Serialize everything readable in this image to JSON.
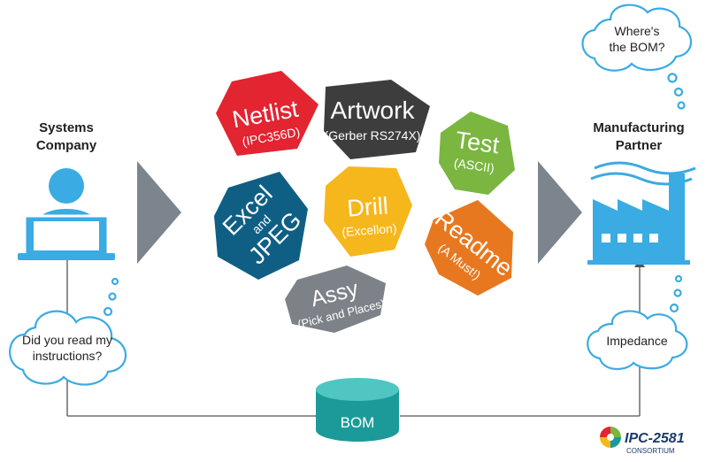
{
  "left_party": {
    "line1": "Systems",
    "line2": "Company"
  },
  "right_party": {
    "line1": "Manufacturing",
    "line2": "Partner"
  },
  "bubbles": {
    "instructions": {
      "line1": "Did you read my",
      "line2": "instructions?"
    },
    "impedance": {
      "text": "Impedance"
    },
    "bom_question": {
      "line1": "Where's",
      "line2": "the BOM?"
    }
  },
  "bom_cylinder": {
    "label": "BOM"
  },
  "files": {
    "netlist": {
      "title": "Netlist",
      "subtitle": "(IPC356D)"
    },
    "artwork": {
      "title": "Artwork",
      "subtitle": "(Gerber RS274X)"
    },
    "test": {
      "title": "Test",
      "subtitle": "(ASCII)"
    },
    "excel": {
      "line1": "Excel",
      "line2": "and",
      "line3": "JPEG"
    },
    "drill": {
      "title": "Drill",
      "subtitle": "(Excellon)"
    },
    "readme": {
      "title": "Readme",
      "subtitle": "(A Must!)"
    },
    "assy": {
      "title": "Assy",
      "subtitle": "(Pick and Places)"
    }
  },
  "logo": {
    "name": "IPC-2581",
    "sub": "CONSORTIUM"
  },
  "colors": {
    "netlist": "#e32431",
    "artwork": "#3d3d3d",
    "test": "#7ab640",
    "excel": "#0f5f85",
    "drill": "#f6b71d",
    "readme": "#e8781f",
    "assy": "#7d8288",
    "arrow": "#7c858e",
    "blue": "#3aabe3",
    "teal": "#1c9a9a"
  }
}
